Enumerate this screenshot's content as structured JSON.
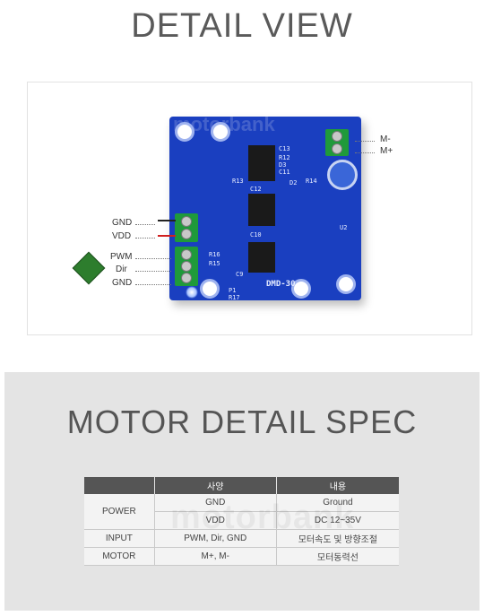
{
  "header": {
    "title": "DETAIL VIEW"
  },
  "board": {
    "silkscreen": [
      "motorbank",
      "DMD-30",
      "C13",
      "R12",
      "D3",
      "C11",
      "C12",
      "R13",
      "D2",
      "R14",
      "R16",
      "R15",
      "C9",
      "C10",
      "U2",
      "P1",
      "R17"
    ],
    "left_labels": [
      "GND",
      "VDD",
      "PWM",
      "Dir",
      "GND"
    ],
    "right_labels": [
      "M-",
      "M+"
    ]
  },
  "spec": {
    "title": "MOTOR DETAIL SPEC",
    "watermark": "motorbank",
    "headers": [
      "",
      "사양",
      "내용"
    ],
    "rows": [
      {
        "group": "POWER",
        "spec": "GND",
        "content": "Ground"
      },
      {
        "group": "",
        "spec": "VDD",
        "content": "DC 12~35V"
      },
      {
        "group": "INPUT",
        "spec": "PWM, Dir, GND",
        "content": "모터속도 및 방향조절"
      },
      {
        "group": "MOTOR",
        "spec": "M+, M-",
        "content": "모터동력선"
      }
    ]
  },
  "colors": {
    "board": "#1a3fc0",
    "terminal": "#1f9a3a",
    "table_header": "#555555",
    "section_bg": "#e4e4e4"
  }
}
